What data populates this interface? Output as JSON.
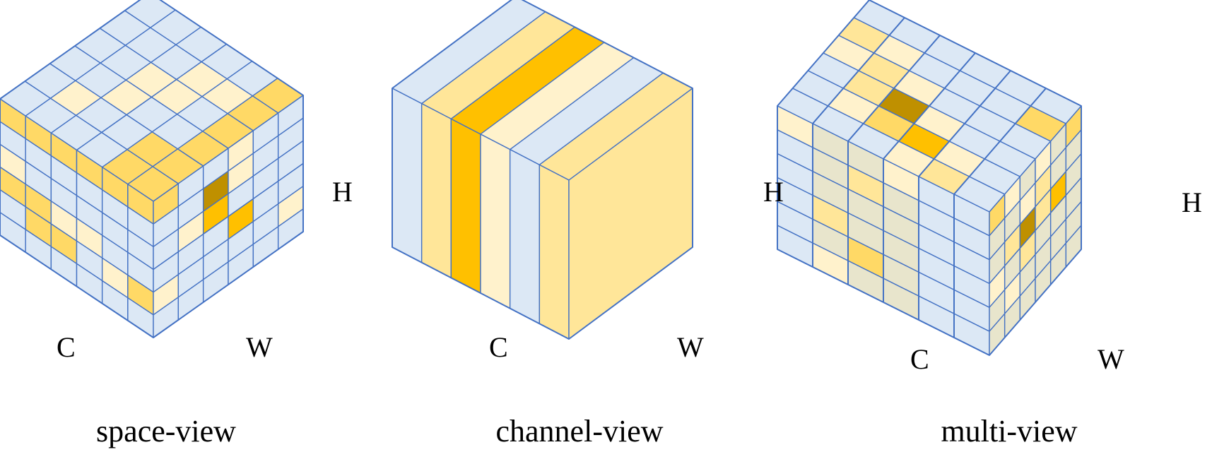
{
  "colors": {
    "blue": "#dce8f5",
    "cream": "#fff2cc",
    "light_gold": "#ffe699",
    "gold": "#ffd966",
    "orange": "#ffc000",
    "dark_gold": "#bf9000",
    "edge": "#4472c4",
    "grey_wash": "#e8e5cc"
  },
  "cubes": [
    {
      "id": "space-view",
      "caption": "space-view",
      "labels": {
        "c": "C",
        "w": "W",
        "h": "H"
      },
      "grid": 6,
      "description_of_highlight": "spatial positions highlighted across faces",
      "top": [
        [
          "blue",
          "blue",
          "blue",
          "blue",
          "blue",
          "blue"
        ],
        [
          "blue",
          "cream",
          "blue",
          "blue",
          "blue",
          "blue"
        ],
        [
          "blue",
          "blue",
          "cream",
          "cream",
          "blue",
          "blue"
        ],
        [
          "blue",
          "blue",
          "blue",
          "cream",
          "cream",
          "blue"
        ],
        [
          "gold",
          "gold",
          "blue",
          "blue",
          "cream",
          "blue"
        ],
        [
          "gold",
          "gold",
          "gold",
          "gold",
          "gold",
          "gold"
        ]
      ],
      "left": [
        [
          "gold",
          "gold",
          "gold",
          "gold",
          "gold",
          "gold"
        ],
        [
          "blue",
          "blue",
          "blue",
          "blue",
          "blue",
          "blue"
        ],
        [
          "cream",
          "blue",
          "blue",
          "blue",
          "blue",
          "blue"
        ],
        [
          "gold",
          "gold",
          "cream",
          "cream",
          "blue",
          "blue"
        ],
        [
          "blue",
          "gold",
          "gold",
          "blue",
          "cream",
          "gold"
        ],
        [
          "blue",
          "blue",
          "blue",
          "blue",
          "blue",
          "blue"
        ]
      ],
      "right": [
        [
          "gold",
          "blue",
          "blue",
          "cream",
          "blue",
          "blue"
        ],
        [
          "blue",
          "blue",
          "dark_gold",
          "cream",
          "blue",
          "blue"
        ],
        [
          "blue",
          "cream",
          "orange",
          "blue",
          "blue",
          "blue"
        ],
        [
          "blue",
          "blue",
          "blue",
          "orange",
          "blue",
          "blue"
        ],
        [
          "cream",
          "blue",
          "blue",
          "blue",
          "blue",
          "cream"
        ],
        [
          "blue",
          "blue",
          "blue",
          "blue",
          "blue",
          "blue"
        ]
      ]
    },
    {
      "id": "channel-view",
      "caption": "channel-view",
      "labels": {
        "c": "C",
        "w": "W",
        "h": "H"
      },
      "grid": 6,
      "slices": [
        "blue",
        "light_gold",
        "orange",
        "cream",
        "blue",
        "light_gold"
      ]
    },
    {
      "id": "multi-view",
      "caption": "multi-view",
      "labels": {
        "c": "C",
        "w": "W",
        "h": "H"
      },
      "grid": 6,
      "slices": [
        "blue",
        "grey_wash",
        "grey_wash",
        "cream",
        "blue",
        "grey_wash"
      ],
      "top_overlay": [
        [
          "blue",
          "blue",
          "blue",
          "cream",
          "light_gold",
          "blue"
        ],
        [
          "blue",
          "cream",
          "gold",
          "orange",
          "cream",
          "blue"
        ],
        [
          "blue",
          "light_gold",
          "dark_gold",
          "cream",
          "blue",
          "blue"
        ],
        [
          "cream",
          "light_gold",
          "cream",
          "blue",
          "blue",
          "blue"
        ],
        [
          "light_gold",
          "cream",
          "blue",
          "blue",
          "blue",
          "gold"
        ],
        [
          "blue",
          "blue",
          "blue",
          "blue",
          "blue",
          "blue"
        ]
      ],
      "left_overlay": [
        [
          "cream",
          "grey_wash",
          "grey_wash",
          "cream",
          "blue",
          "blue"
        ],
        [
          "blue",
          "grey_wash",
          "light_gold",
          "grey_wash",
          "blue",
          "blue"
        ],
        [
          "blue",
          "grey_wash",
          "grey_wash",
          "grey_wash",
          "blue",
          "blue"
        ],
        [
          "blue",
          "light_gold",
          "grey_wash",
          "grey_wash",
          "blue",
          "blue"
        ],
        [
          "blue",
          "grey_wash",
          "gold",
          "grey_wash",
          "blue",
          "blue"
        ],
        [
          "blue",
          "cream",
          "grey_wash",
          "grey_wash",
          "blue",
          "blue"
        ]
      ],
      "right_overlay": [
        [
          "gold",
          "cream",
          "grey_wash",
          "cream",
          "grey_wash",
          "gold"
        ],
        [
          "grey_wash",
          "grey_wash",
          "cream",
          "light_gold",
          "grey_wash",
          "grey_wash"
        ],
        [
          "grey_wash",
          "light_gold",
          "dark_gold",
          "light_gold",
          "orange",
          "grey_wash"
        ],
        [
          "cream",
          "grey_wash",
          "light_gold",
          "grey_wash",
          "grey_wash",
          "grey_wash"
        ],
        [
          "grey_wash",
          "cream",
          "grey_wash",
          "grey_wash",
          "grey_wash",
          "grey_wash"
        ],
        [
          "grey_wash",
          "grey_wash",
          "grey_wash",
          "grey_wash",
          "grey_wash",
          "grey_wash"
        ]
      ]
    }
  ]
}
